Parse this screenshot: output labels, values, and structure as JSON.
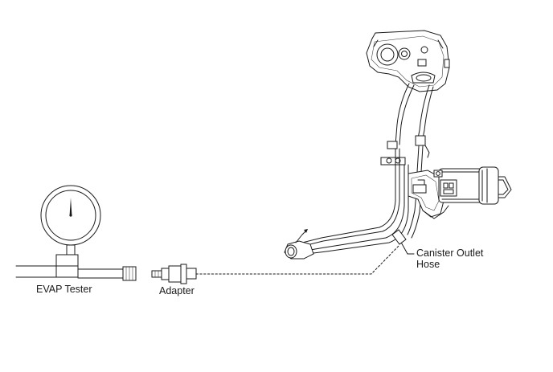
{
  "labels": {
    "evap_tester": "EVAP Tester",
    "adapter": "Adapter",
    "canister_outlet_hose_line1": "Canister Outlet",
    "canister_outlet_hose_line2": "Hose"
  }
}
